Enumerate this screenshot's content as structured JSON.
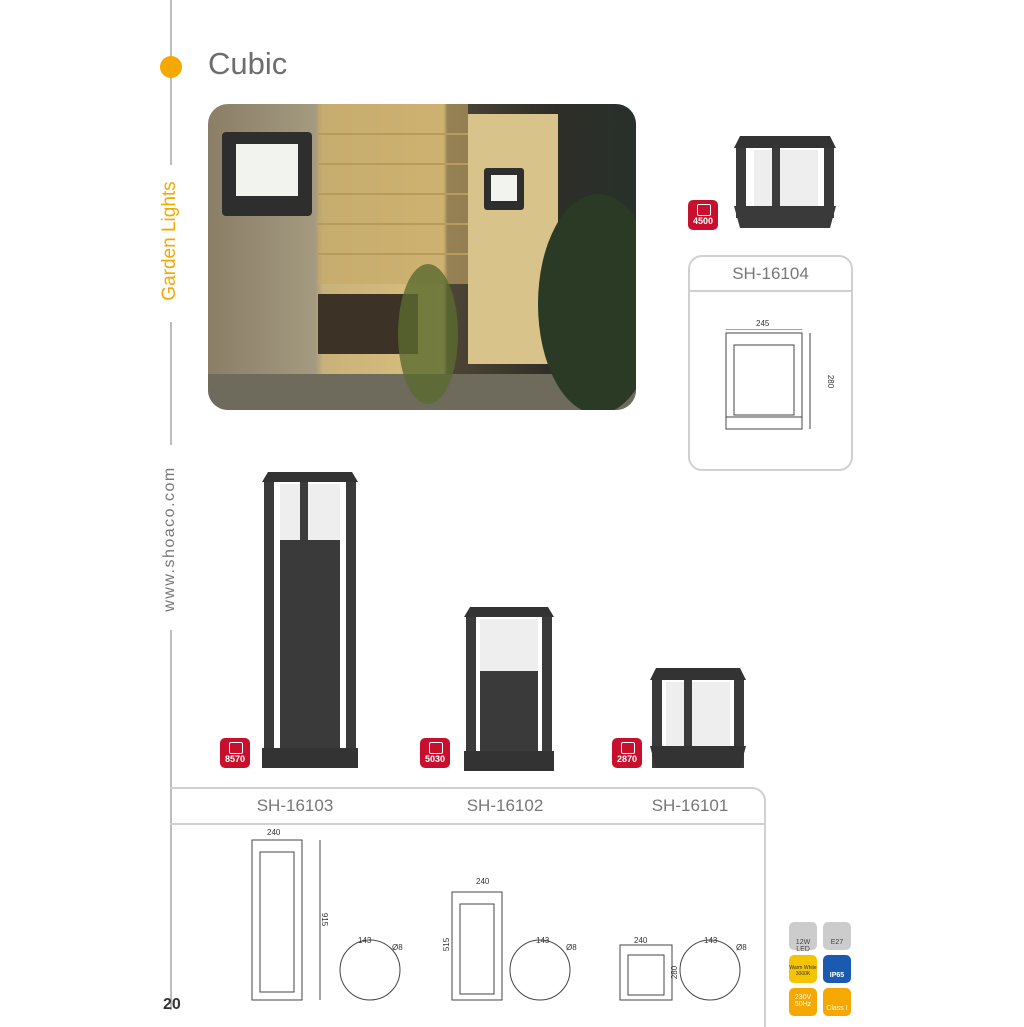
{
  "page": {
    "title": "Cubic",
    "section": "Garden Lights",
    "website": "www.shoaco.com",
    "page_number": "20"
  },
  "colors": {
    "accent": "#f5a800",
    "badge": "#c8102e",
    "lamp": "#3a3a3a"
  },
  "products": [
    {
      "model": "SH-16104",
      "weight": "4500",
      "dims": {
        "width": "245",
        "height": "280"
      }
    },
    {
      "model": "SH-16103",
      "weight": "8570",
      "dims": {
        "width": "240",
        "height": "915",
        "base": "143",
        "hole": "Ø8"
      }
    },
    {
      "model": "SH-16102",
      "weight": "5030",
      "dims": {
        "width": "240",
        "height": "515",
        "base": "143",
        "hole": "Ø8"
      }
    },
    {
      "model": "SH-16101",
      "weight": "2870",
      "dims": {
        "width": "240",
        "height": "280",
        "base": "143",
        "hole": "Ø8"
      }
    }
  ],
  "specs": [
    "12W LED",
    "E27",
    "Warm White 3000K",
    "IP65",
    "230V 50Hz",
    "Class I"
  ]
}
